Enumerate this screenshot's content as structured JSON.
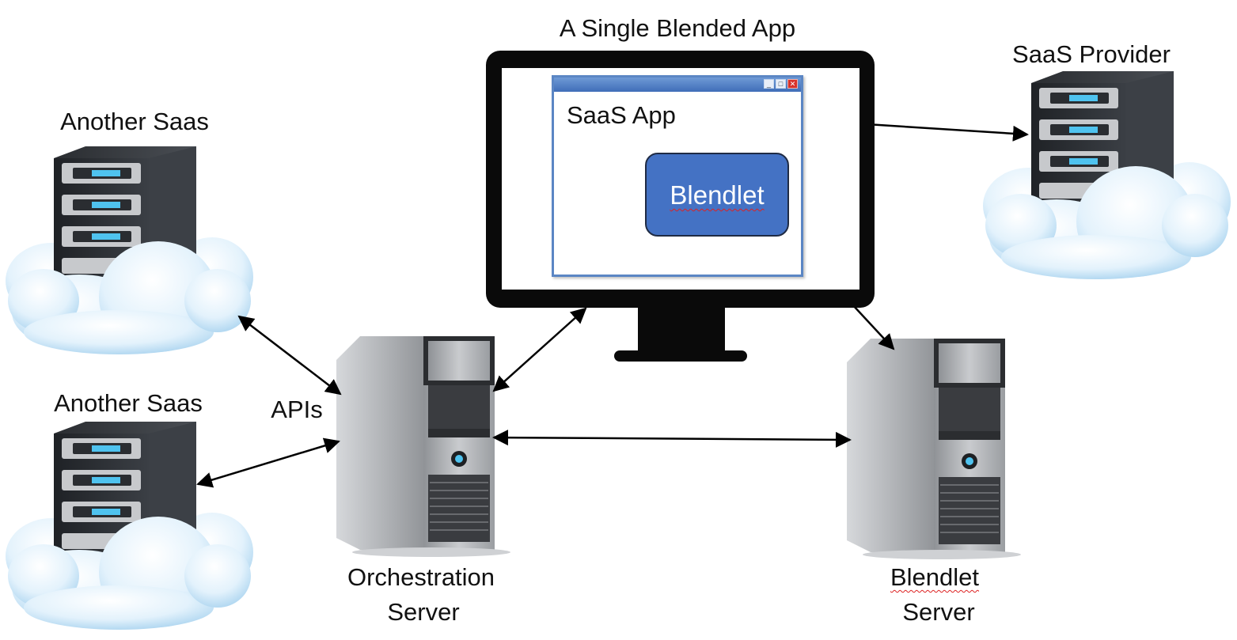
{
  "title": "A Single Blended App",
  "nodes": {
    "saas_provider": "SaaS Provider",
    "another_saas_top": "Another Saas",
    "another_saas_bottom": "Another Saas",
    "apis": "APIs",
    "orchestration_line1": "Orchestration",
    "orchestration_line2": "Server",
    "blendlet_server_line1": "Blendlet",
    "blendlet_server_line2": "Server"
  },
  "app_window": {
    "title": "SaaS App",
    "component": "Blendlet",
    "controls": [
      "minimize-icon",
      "maximize-icon",
      "close-icon"
    ]
  },
  "colors": {
    "blendlet_fill": "#4472c4",
    "window_border": "#5b86c4",
    "monitor": "#0a0a0a",
    "cloud": "#d6ecfa",
    "server_dark": "#2e3136",
    "server_light": "#b9bcc0",
    "led": "#4fc3ef"
  }
}
